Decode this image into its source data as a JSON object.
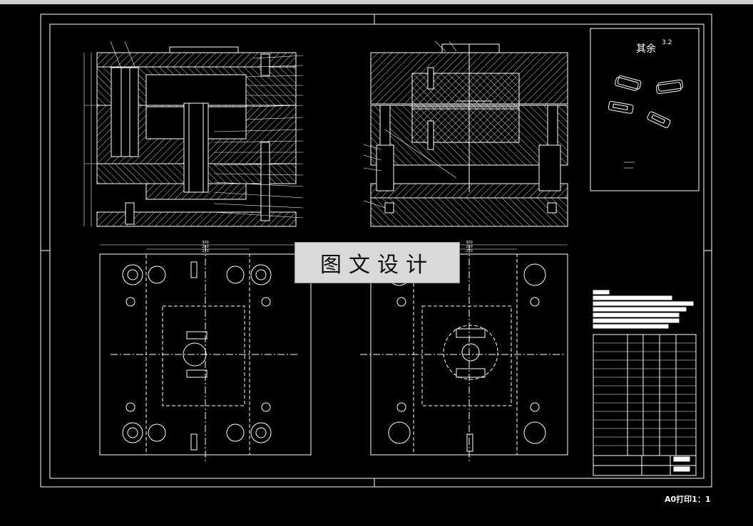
{
  "toolbar": {},
  "drawing": {
    "watermark_text": "图文设计",
    "surface_finish_note": "其余",
    "surface_finish_value": "3.2",
    "scale_note": "A0打印1：1",
    "colors": {
      "background": "#000000",
      "lines": "#ffffff",
      "watermark_bg": "#d9d9d9"
    },
    "plan_view_dims": {
      "left": [
        "300",
        "250",
        "270"
      ],
      "right": [
        "300",
        "250",
        "270"
      ]
    }
  }
}
